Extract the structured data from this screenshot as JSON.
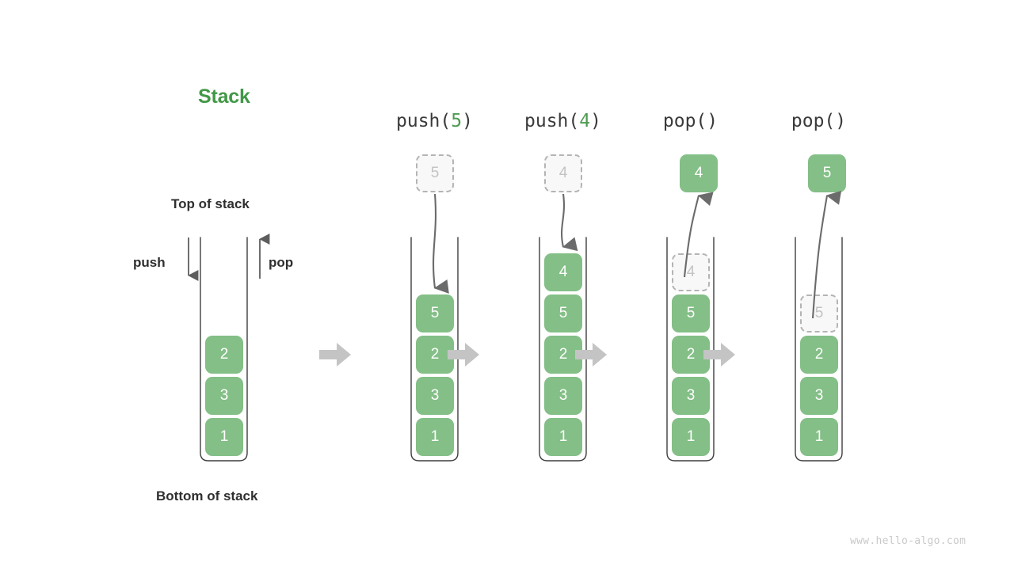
{
  "diagram": {
    "title": "Stack",
    "title_color": "#429848",
    "cell_color": "#83bf86",
    "ghost_border_color": "#b4b4b4",
    "ghost_text_color": "#c3c3c3",
    "arrow_color": "#6b6b6b",
    "transition_arrow_color": "#c4c4c4",
    "watermark": "www.hello-algo.com"
  },
  "labels": {
    "top_of_stack": "Top of stack",
    "bottom_of_stack": "Bottom of stack",
    "push": "push",
    "pop": "pop"
  },
  "columns": [
    {
      "id": "initial",
      "op_label": null,
      "op_prefix": "",
      "op_arg": "",
      "op_suffix": "",
      "floating": null,
      "cells": [
        {
          "value": "2",
          "state": "filled"
        },
        {
          "value": "3",
          "state": "filled"
        },
        {
          "value": "1",
          "state": "filled"
        }
      ]
    },
    {
      "id": "push5",
      "op_prefix": "push(",
      "op_arg": "5",
      "op_suffix": ")",
      "floating": {
        "value": "5",
        "state": "ghost"
      },
      "arrow_direction": "down",
      "cells": [
        {
          "value": "5",
          "state": "filled"
        },
        {
          "value": "2",
          "state": "filled"
        },
        {
          "value": "3",
          "state": "filled"
        },
        {
          "value": "1",
          "state": "filled"
        }
      ]
    },
    {
      "id": "push4",
      "op_prefix": "push(",
      "op_arg": "4",
      "op_suffix": ")",
      "floating": {
        "value": "4",
        "state": "ghost"
      },
      "arrow_direction": "down",
      "cells": [
        {
          "value": "4",
          "state": "filled"
        },
        {
          "value": "5",
          "state": "filled"
        },
        {
          "value": "2",
          "state": "filled"
        },
        {
          "value": "3",
          "state": "filled"
        },
        {
          "value": "1",
          "state": "filled"
        }
      ]
    },
    {
      "id": "pop1",
      "op_prefix": "pop(",
      "op_arg": "",
      "op_suffix": ")",
      "floating": {
        "value": "4",
        "state": "filled"
      },
      "arrow_direction": "up",
      "cells": [
        {
          "value": "4",
          "state": "ghost"
        },
        {
          "value": "5",
          "state": "filled"
        },
        {
          "value": "2",
          "state": "filled"
        },
        {
          "value": "3",
          "state": "filled"
        },
        {
          "value": "1",
          "state": "filled"
        }
      ]
    },
    {
      "id": "pop2",
      "op_prefix": "pop(",
      "op_arg": "",
      "op_suffix": ")",
      "floating": {
        "value": "5",
        "state": "filled"
      },
      "arrow_direction": "up",
      "cells": [
        {
          "value": "5",
          "state": "ghost"
        },
        {
          "value": "2",
          "state": "filled"
        },
        {
          "value": "3",
          "state": "filled"
        },
        {
          "value": "1",
          "state": "filled"
        }
      ]
    }
  ]
}
